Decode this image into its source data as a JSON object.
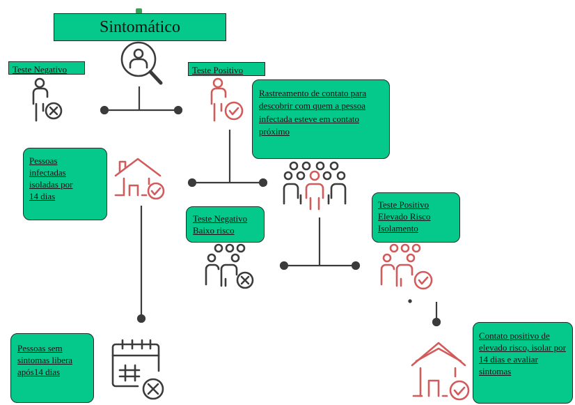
{
  "title": "Sintomático",
  "nodes": {
    "teste_negativo": "Teste Negativo",
    "teste_positivo": "Teste Positivo",
    "rastreamento": "Rastreamento de contato para descobrir com quem a pessoa infectada esteve em contato próximo",
    "pessoas_infectadas": "Pessoas infectadas isoladas por 14 dias",
    "teste_negativo_baixo": "Teste Negativo Baixo risco",
    "teste_positivo_elevado": "Teste Positivo Elevado Risco Isolamento",
    "pessoas_sem_sintomas": "Pessoas sem sintomas libera após14 dias",
    "contato_positivo": "Contato positivo de elevado risco, isolar por 14 dias e avaliar sintomas"
  },
  "colors": {
    "box": "#05c98a",
    "line": "#3b3b3b",
    "accent": "#d35a5a"
  },
  "icons": [
    "search-person-icon",
    "person-negative-icon",
    "person-positive-icon",
    "home-check-icon",
    "group-icon",
    "group-negative-icon",
    "group-positive-icon",
    "calendar-negative-icon"
  ]
}
